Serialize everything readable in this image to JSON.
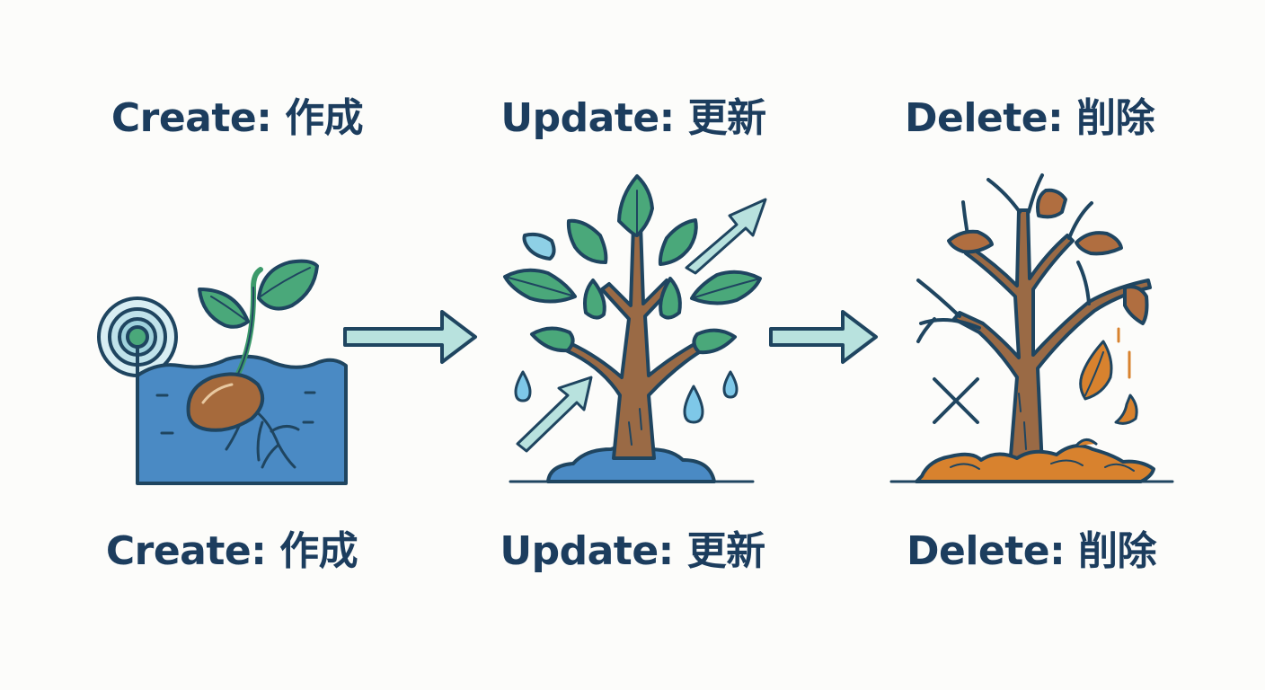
{
  "stages": [
    {
      "top_label": "Create: 作成",
      "bottom_label": "Create: 作成",
      "icon": "seedling-icon"
    },
    {
      "top_label": "Update: 更新",
      "bottom_label": "Update: 更新",
      "icon": "growing-tree-icon"
    },
    {
      "top_label": "Delete: 削除",
      "bottom_label": "Delete: 削除",
      "icon": "dead-tree-icon"
    }
  ],
  "connectors": [
    "arrow-right-icon",
    "arrow-right-icon"
  ],
  "colors": {
    "text": "#1c3d5e",
    "outline": "#1f4560",
    "soil_blue": "#4a8ac4",
    "leaf_green": "#4aa87a",
    "arrow_teal": "#b8e2de",
    "trunk_brown": "#9a6a45",
    "dry_leaf_orange": "#d8822e",
    "water_blue": "#7ec8e8"
  }
}
